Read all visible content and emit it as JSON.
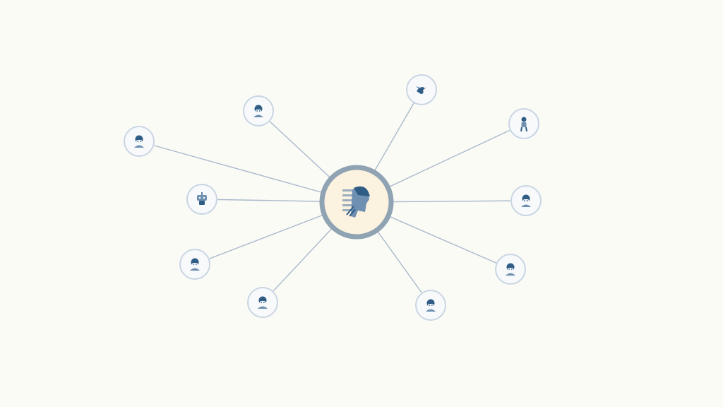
{
  "colors": {
    "background": "#fbfbf6",
    "edge": "#a9b9cb",
    "node_fill": "#f7f9fb",
    "node_border": "#c9d5e2",
    "hub_fill": "#fbf2df",
    "hub_border": "#8fa3b3",
    "icon": "#2f5d86",
    "icon_light": "#6f90b0"
  },
  "hub": {
    "icon": "person-profile-with-document-icon"
  },
  "nodes": [
    {
      "id": "n1",
      "icon": "person-avatar-icon"
    },
    {
      "id": "n2",
      "icon": "person-avatar-icon"
    },
    {
      "id": "n3",
      "icon": "bird-icon"
    },
    {
      "id": "n4",
      "icon": "person-standing-icon"
    },
    {
      "id": "n5",
      "icon": "robot-icon"
    },
    {
      "id": "n6",
      "icon": "person-avatar-icon"
    },
    {
      "id": "n7",
      "icon": "person-avatar-icon"
    },
    {
      "id": "n8",
      "icon": "person-avatar-icon"
    },
    {
      "id": "n9",
      "icon": "person-avatar-icon"
    },
    {
      "id": "n10",
      "icon": "person-avatar-icon"
    },
    {
      "id": "n11",
      "icon": "person-avatar-icon"
    }
  ]
}
